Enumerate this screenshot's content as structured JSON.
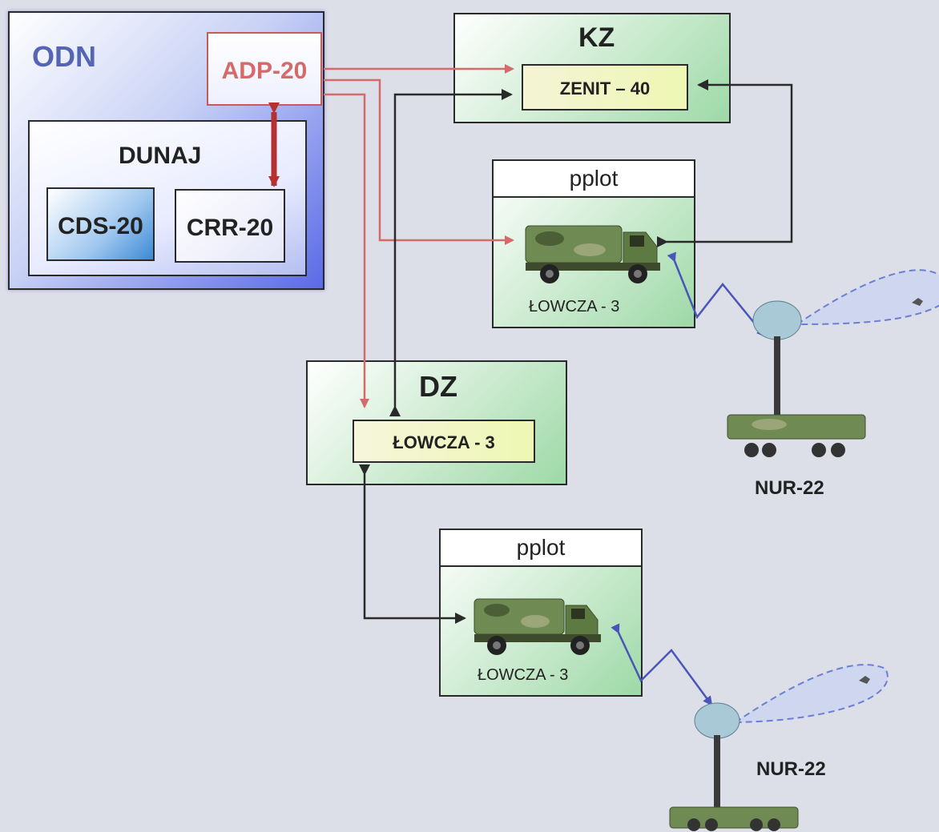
{
  "odn": {
    "title": "ODN",
    "adp": "ADP-20"
  },
  "dunaj": {
    "title": "DUNAJ",
    "cds": "CDS-20",
    "crr": "CRR-20"
  },
  "kz": {
    "title": "KZ",
    "zenit": "ZENIT – 40"
  },
  "pplot_top": {
    "title": "pplot",
    "vehicle_label": "ŁOWCZA - 3"
  },
  "dz": {
    "title": "DZ",
    "lowcza": "ŁOWCZA - 3"
  },
  "pplot_bottom": {
    "title": "pplot",
    "vehicle_label": "ŁOWCZA - 3"
  },
  "radar_top": {
    "label": "NUR-22"
  },
  "radar_bottom": {
    "label": "NUR-22"
  },
  "colors": {
    "red_arrow": "#d46a6a",
    "black_arrow": "#2a2a2a",
    "blue_link": "#4a55b8",
    "beam": "#6b7fd4"
  }
}
